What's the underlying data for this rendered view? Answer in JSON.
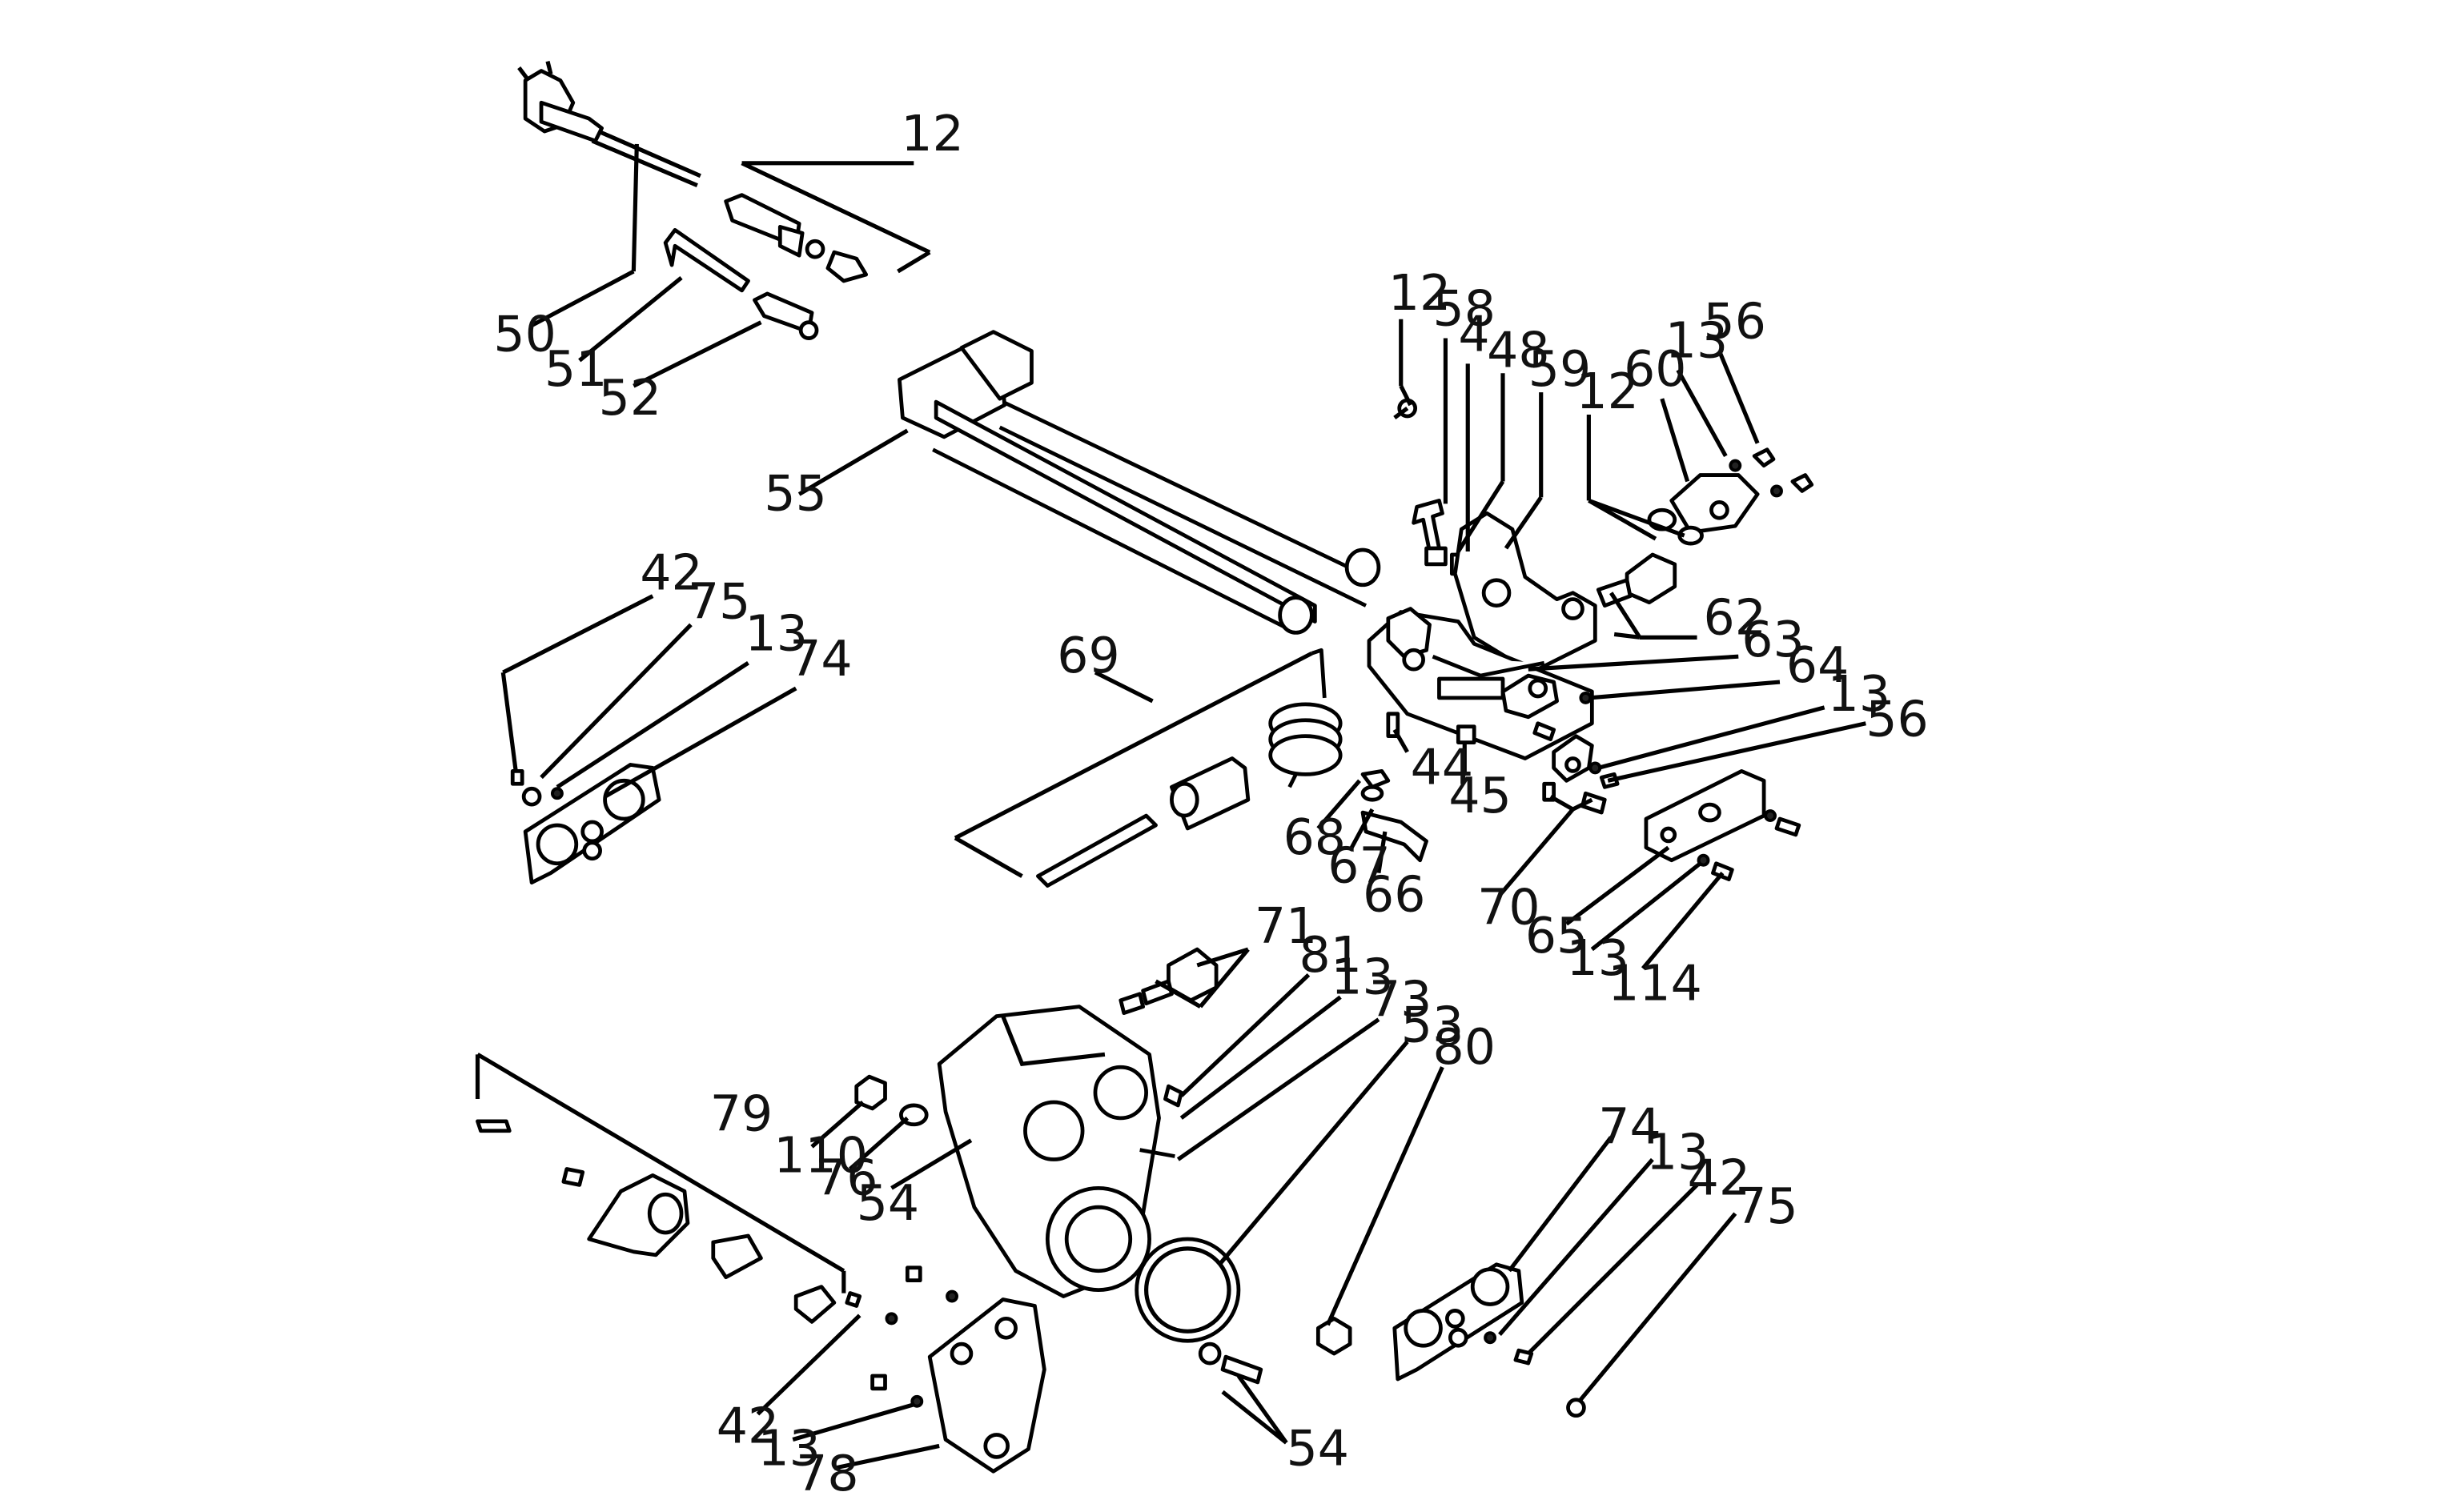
{
  "diagram": {
    "callouts": [
      {
        "id": "c12a",
        "text": "12"
      },
      {
        "id": "c50",
        "text": "50"
      },
      {
        "id": "c51",
        "text": "51"
      },
      {
        "id": "c52",
        "text": "52"
      },
      {
        "id": "c55",
        "text": "55"
      },
      {
        "id": "c12b",
        "text": "12"
      },
      {
        "id": "c58",
        "text": "58"
      },
      {
        "id": "c4",
        "text": "4"
      },
      {
        "id": "c48",
        "text": "48"
      },
      {
        "id": "c59",
        "text": "59"
      },
      {
        "id": "c13a",
        "text": "13"
      },
      {
        "id": "c56a",
        "text": "56"
      },
      {
        "id": "c12c",
        "text": "12"
      },
      {
        "id": "c60",
        "text": "60"
      },
      {
        "id": "c62",
        "text": "62"
      },
      {
        "id": "c63",
        "text": "63"
      },
      {
        "id": "c64",
        "text": "64"
      },
      {
        "id": "c13b",
        "text": "13"
      },
      {
        "id": "c56b",
        "text": "56"
      },
      {
        "id": "c42a",
        "text": "42"
      },
      {
        "id": "c75a",
        "text": "75"
      },
      {
        "id": "c13c",
        "text": "13"
      },
      {
        "id": "c74a",
        "text": "74"
      },
      {
        "id": "c69",
        "text": "69"
      },
      {
        "id": "c44",
        "text": "44"
      },
      {
        "id": "c45",
        "text": "45"
      },
      {
        "id": "c68",
        "text": "68"
      },
      {
        "id": "c67",
        "text": "67"
      },
      {
        "id": "c66",
        "text": "66"
      },
      {
        "id": "c70",
        "text": "70"
      },
      {
        "id": "c65",
        "text": "65"
      },
      {
        "id": "c13d",
        "text": "13"
      },
      {
        "id": "c114",
        "text": "114"
      },
      {
        "id": "c71",
        "text": "71"
      },
      {
        "id": "c81",
        "text": "81"
      },
      {
        "id": "c13e",
        "text": "13"
      },
      {
        "id": "c73",
        "text": "73"
      },
      {
        "id": "c53",
        "text": "53"
      },
      {
        "id": "c80",
        "text": "80"
      },
      {
        "id": "c79",
        "text": "79"
      },
      {
        "id": "c110",
        "text": "110"
      },
      {
        "id": "c76",
        "text": "76"
      },
      {
        "id": "c54a",
        "text": "54"
      },
      {
        "id": "c74b",
        "text": "74"
      },
      {
        "id": "c13f",
        "text": "13"
      },
      {
        "id": "c42b",
        "text": "42"
      },
      {
        "id": "c75b",
        "text": "75"
      },
      {
        "id": "c42c",
        "text": "42"
      },
      {
        "id": "c13g",
        "text": "13"
      },
      {
        "id": "c78",
        "text": "78"
      },
      {
        "id": "c54b",
        "text": "54"
      }
    ]
  }
}
